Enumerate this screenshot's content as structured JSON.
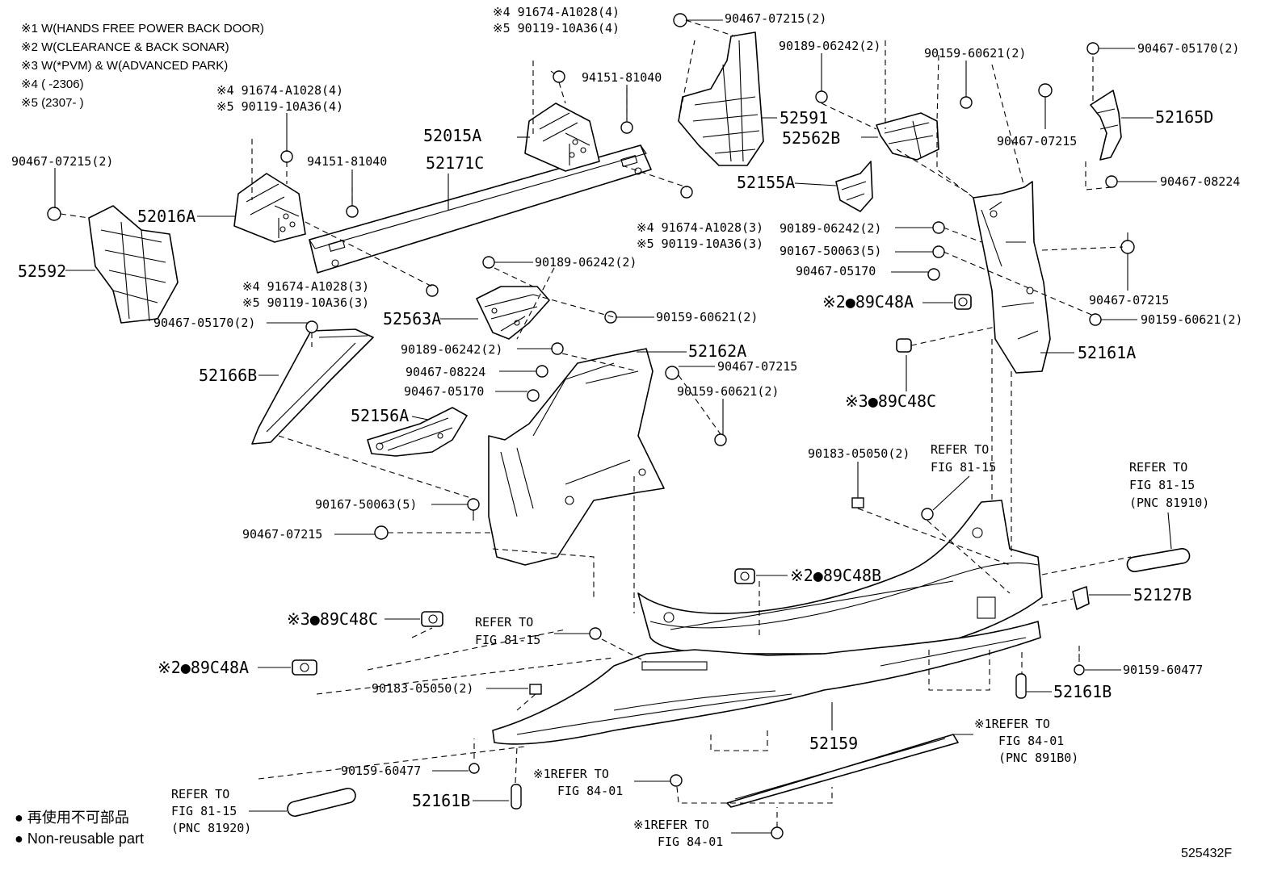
{
  "notes": [
    "※1 W(HANDS FREE POWER BACK DOOR)",
    "※2 W(CLEARANCE & BACK SONAR)",
    "※3 W(*PVM) & W(ADVANCED PARK)",
    "※4 (      -2306)",
    "※5 (2307-      )"
  ],
  "labels": {
    "l01": "※4 91674-A1028(4)",
    "l02": "※5 90119-10A36(4)",
    "l03": "90467-07215(2)",
    "l04": "94151-81040",
    "l05": "52015A",
    "l06": "52171C",
    "l07": "※4 91674-A1028(4)",
    "l08": "※5 90119-10A36(4)",
    "l09": "94151-81040",
    "l10": "90467-07215(2)",
    "l11": "52016A",
    "l12": "52592",
    "l13": "※4 91674-A1028(3)",
    "l14": "※5 90119-10A36(3)",
    "l15": "※4 91674-A1028(3)",
    "l16": "※5 90119-10A36(3)",
    "l17": "90467-05170(2)",
    "l18": "90189-06242(2)",
    "l19": "52563A",
    "l20": "90159-60621(2)",
    "l21": "90189-06242(2)",
    "l22": "52162A",
    "l23": "90467-08224",
    "l24": "90467-07215",
    "l25": "90467-05170",
    "l26": "90159-60621(2)",
    "l27": "52166B",
    "l28": "52156A",
    "l29": "90167-50063(5)",
    "l30": "90467-07215",
    "l31": "90189-06242(2)",
    "l32": "52591",
    "l33": "52562B",
    "l34": "90159-60621(2)",
    "l35": "90467-07215",
    "l36": "90467-05170(2)",
    "l37": "52165D",
    "l38": "90467-08224",
    "l39": "52155A",
    "l40": "90189-06242(2)",
    "l41": "90167-50063(5)",
    "l42": "90467-05170",
    "l43": "90467-07215",
    "l44": "90159-60621(2)",
    "l45": "※2●89C48A",
    "l46": "52161A",
    "l47": "※3●89C48C",
    "l48": "90183-05050(2)",
    "l49": "REFER TO",
    "l50": "FIG 81-15",
    "l51": "REFER TO",
    "l52": "FIG 81-15",
    "l53": "(PNC 81910)",
    "l54": "※2●89C48B",
    "l55": "52127B",
    "l56": "※3●89C48C",
    "l57": "REFER TO",
    "l58": "FIG 81-15",
    "l59": "※2●89C48A",
    "l60": "90183-05050(2)",
    "l61": "90159-60477",
    "l62": "52161B",
    "l63": "52159",
    "l64": "※1REFER TO",
    "l65": "FIG 84-01",
    "l66": "(PNC 891B0)",
    "l67": "90159-60477",
    "l68": "※1REFER TO",
    "l69": "FIG 84-01",
    "l70": "52161B",
    "l71": "REFER TO",
    "l72": "FIG 81-15",
    "l73": "(PNC 81920)",
    "l74": "※1REFER TO",
    "l75": "FIG 84-01"
  },
  "legend": [
    "● 再使用不可部品",
    "● Non-reusable part"
  ],
  "illustration_code": "525432F"
}
